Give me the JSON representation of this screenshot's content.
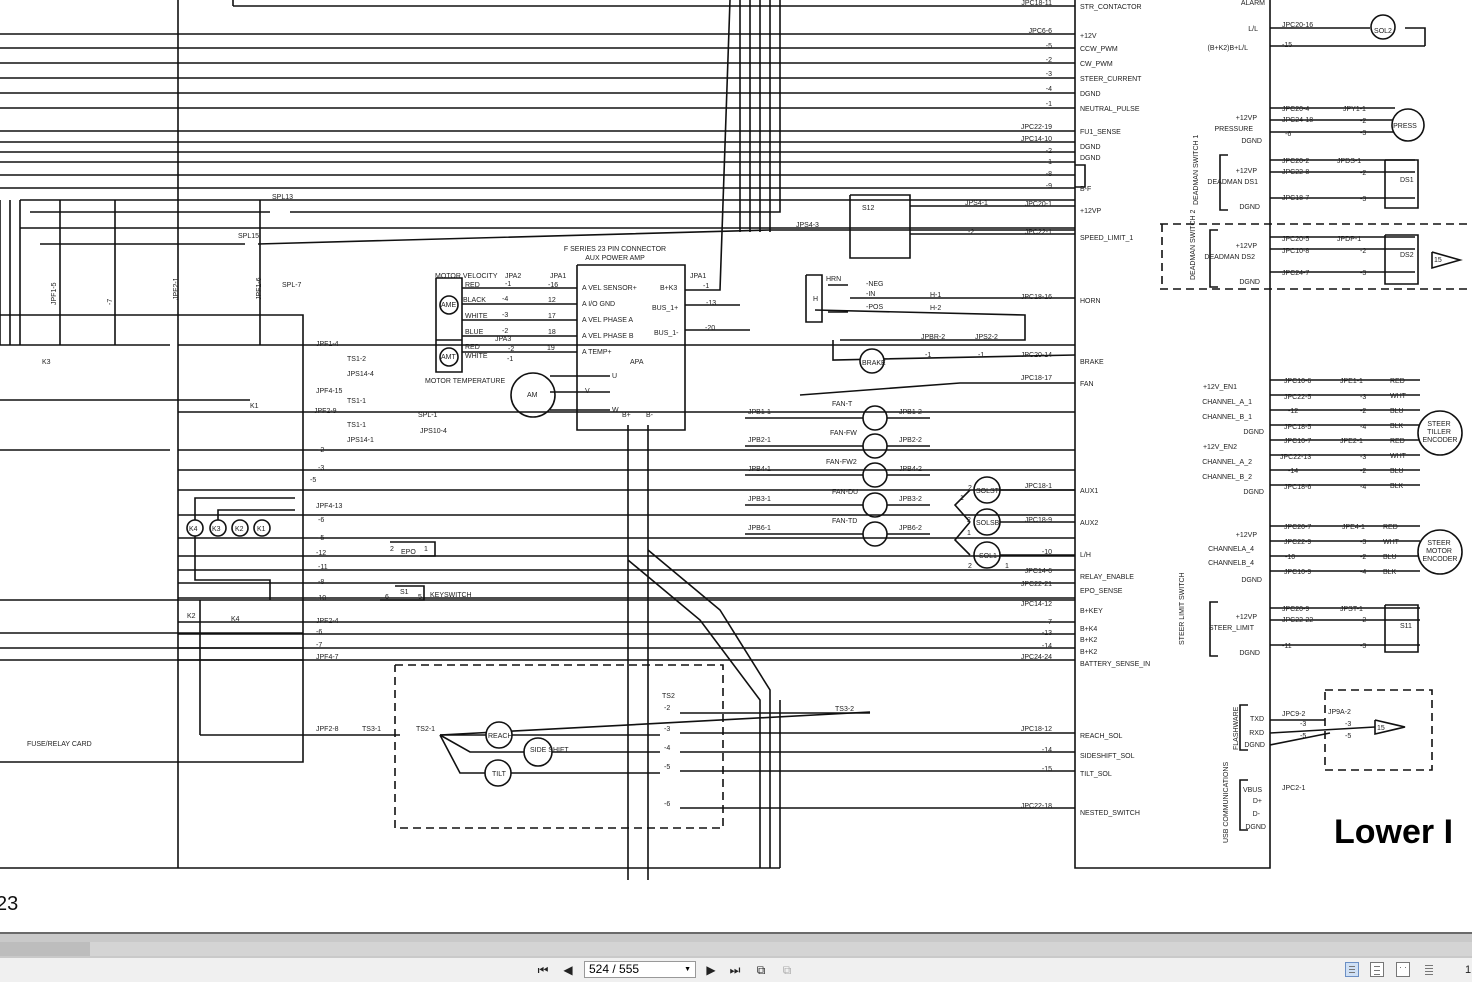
{
  "document": {
    "page_number_text": "23",
    "heading_partial": "Lower I",
    "card_label": "FUSE/RELAY CARD"
  },
  "connector_signals": [
    "STR_CONTACTOR",
    "+12V",
    "CCW_PWM",
    "CW_PWM",
    "STEER_CURRENT",
    "DGND",
    "NEUTRAL_PULSE",
    "FU1_SENSE",
    "DGND",
    "DGND",
    "B-F",
    "+12VP",
    "SPEED_LIMIT_1",
    "HORN",
    "BRAKE",
    "FAN",
    "AUX1",
    "AUX2",
    "L/H",
    "RELAY_ENABLE",
    "EPO_SENSE",
    "B+KEY",
    "B+K4",
    "B+K2",
    "B+K2",
    "BATTERY_SENSE_IN",
    "REACH_SOL",
    "SIDESHIFT_SOL",
    "TILT_SOL",
    "NESTED_SWITCH"
  ],
  "connector_pins": [
    "JPC18-11",
    "JPC6-6",
    "-5",
    "-2",
    "-3",
    "-4",
    "-1",
    "JPC22-19",
    "JPC14-10",
    "-2",
    "-1",
    "-8",
    "-9",
    "JPC20-1",
    "JPC22-1",
    "JPC18-16",
    "JPC20-14",
    "JPC18-17",
    "JPC18-1",
    "JPC18-9",
    "-10",
    "JPC14-6",
    "JPC22-21",
    "JPC14-12",
    "-7",
    "-13",
    "-14",
    "JPC24-24",
    "JPC18-12",
    "-14",
    "-15",
    "JPC22-18"
  ],
  "right_labels": [
    "ALARM",
    "L/L",
    "(B+K2)B+L/L",
    "+12VP",
    "PRESSURE",
    "DGND",
    "+12VP",
    "DEADMAN DS1",
    "DGND",
    "+12VP",
    "DEADMAN DS2",
    "DGND",
    "+12V_EN1",
    "CHANNEL_A_1",
    "CHANNEL_B_1",
    "DGND",
    "+12V_EN2",
    "CHANNEL_A_2",
    "CHANNEL_B_2",
    "DGND",
    "+12VP",
    "CHANNELA_4",
    "CHANNELB_4",
    "DGND",
    "+12VP",
    "STEER_LIMIT",
    "DGND",
    "TXD",
    "RXD",
    "DGND",
    "VBUS",
    "D+",
    "D-",
    "DGND"
  ],
  "right_pins": [
    "JPC20-16",
    "-15",
    "JPC20-4",
    "JPC24-18",
    "-6",
    "JPC20-2",
    "JPC22-8",
    "JPC18-7",
    "JPC20-5",
    "JPC10-8",
    "JPC24-7",
    "JPC10-6",
    "JPC22-5",
    "-12",
    "JPC18-5",
    "JPC10-7",
    "JPC22-13",
    "-14",
    "JPC18-6",
    "JPC20-7",
    "JPC22-9",
    "-10",
    "JPC10-9",
    "JPC20-9",
    "JPC22-22",
    "-11",
    "JPC9-2",
    "-3",
    "-5",
    "JPC2-1"
  ],
  "right_misc": [
    "JPY1-1",
    "-2",
    "-3",
    "JPDS-1",
    "-2",
    "-3",
    "JPDP-1",
    "-2",
    "-3",
    "JPE1-1",
    "-3",
    "-2",
    "-4",
    "JPE2-1",
    "-3",
    "-2",
    "-4",
    "JPE4-1",
    "-3",
    "-2",
    "-4",
    "JPST-1",
    "-2",
    "-3",
    "JP9A-2",
    "-3",
    "-5",
    "RED",
    "WHT",
    "BLU",
    "BLK",
    "RED",
    "WHT",
    "BLU",
    "BLK",
    "RED",
    "WHT",
    "BLU",
    "BLK"
  ],
  "right_devices": [
    "SOL2",
    "PRESS",
    "DS1",
    "DS2",
    "STEER TILLER ENCODER",
    "STEER MOTOR ENCODER",
    "S11",
    "15",
    "15",
    "DEADMAN SWITCH 1",
    "DEADMAN SWITCH 2",
    "STEER LIMIT SWITCH",
    "FLASHWARE",
    "USB COMMUNICATIONS"
  ],
  "middle_labels": [
    "F SERIES 23 PIN CONNECTOR",
    "AUX POWER AMP",
    "MOTOR VELOCITY",
    "MOTOR TEMPERATURE",
    "RED",
    "BLACK",
    "WHITE",
    "BLUE",
    "RED",
    "WHITE",
    "JPA2",
    "JPA1",
    "JPA3",
    "A VEL SENSOR+",
    "A I/O GND",
    "A VEL PHASE A",
    "A VEL PHASE B",
    "A TEMP+",
    "APA",
    "B+K3",
    "BUS_1+",
    "BUS_1-",
    "JPA1",
    "U",
    "V",
    "W",
    "B+",
    "B-",
    "AME",
    "AMT",
    "AM",
    "-1",
    "-4",
    "-3",
    "-2",
    "-2",
    "-1",
    "-16",
    "12",
    "17",
    "18",
    "19",
    "-1",
    "-13",
    "-20"
  ],
  "fan_labels": [
    "FAN-T",
    "FAN-FW",
    "FAN-FW2",
    "FAN-DU",
    "FAN-TD",
    "JPB1-1",
    "JPB2-1",
    "JPB4-1",
    "JPB3-1",
    "JPB6-1",
    "JPB1-2",
    "JPB2-2",
    "JPB4-2",
    "JPB3-2",
    "JPB6-2"
  ],
  "upper_mid": [
    "S12",
    "JPS4-1",
    "JPS4-3",
    "-2",
    "HRN",
    "H",
    "-NEG",
    "-IN",
    "-POS",
    "H-1",
    "H-2",
    "JPBR-2",
    "JPS2-2",
    "-1",
    "-1",
    "BRAKE",
    "SPL13",
    "SPL15",
    "SPL-7"
  ],
  "aux_labels": [
    "SOLST",
    "SOLSB",
    "SOL1",
    "2",
    "1",
    "2",
    "1",
    "2",
    "1"
  ],
  "left_labels": [
    "JPF1-4",
    "TS1-2",
    "JPS14-4",
    "JPF4-15",
    "TS1-1",
    "JPF2-9",
    "TS1-1",
    "JPS14-1",
    "SPL-1",
    "JPS10-4",
    "K3",
    "K1",
    "K2",
    "K4",
    "-2",
    "-3",
    "-5",
    "JPF4-13",
    "-6",
    "-5",
    "-12",
    "-11",
    "-8",
    "-10",
    "JPF2-4",
    "-6",
    "-7",
    "JPF4-7",
    "JPF2-8",
    "TS3-1",
    "EPO",
    "2",
    "1",
    "S1",
    "6",
    "5",
    "KEYSWITCH",
    "K4",
    "K3",
    "K2",
    "K1",
    "JPF1-5",
    "-7",
    "JPF2-1",
    "JPF1-6"
  ],
  "bottom_labels": [
    "TS2",
    "TS2-1",
    "TS3-2",
    "REACH",
    "SIDE SHIFT",
    "TILT",
    "-2",
    "-3",
    "-4",
    "-5",
    "-6"
  ],
  "viewer": {
    "page_input": "524 / 555",
    "zoom_partial": "1",
    "icons": [
      "first-page-icon",
      "prev-page-icon",
      "next-page-icon",
      "last-page-icon",
      "rotate-icon",
      "copy-icon"
    ]
  }
}
